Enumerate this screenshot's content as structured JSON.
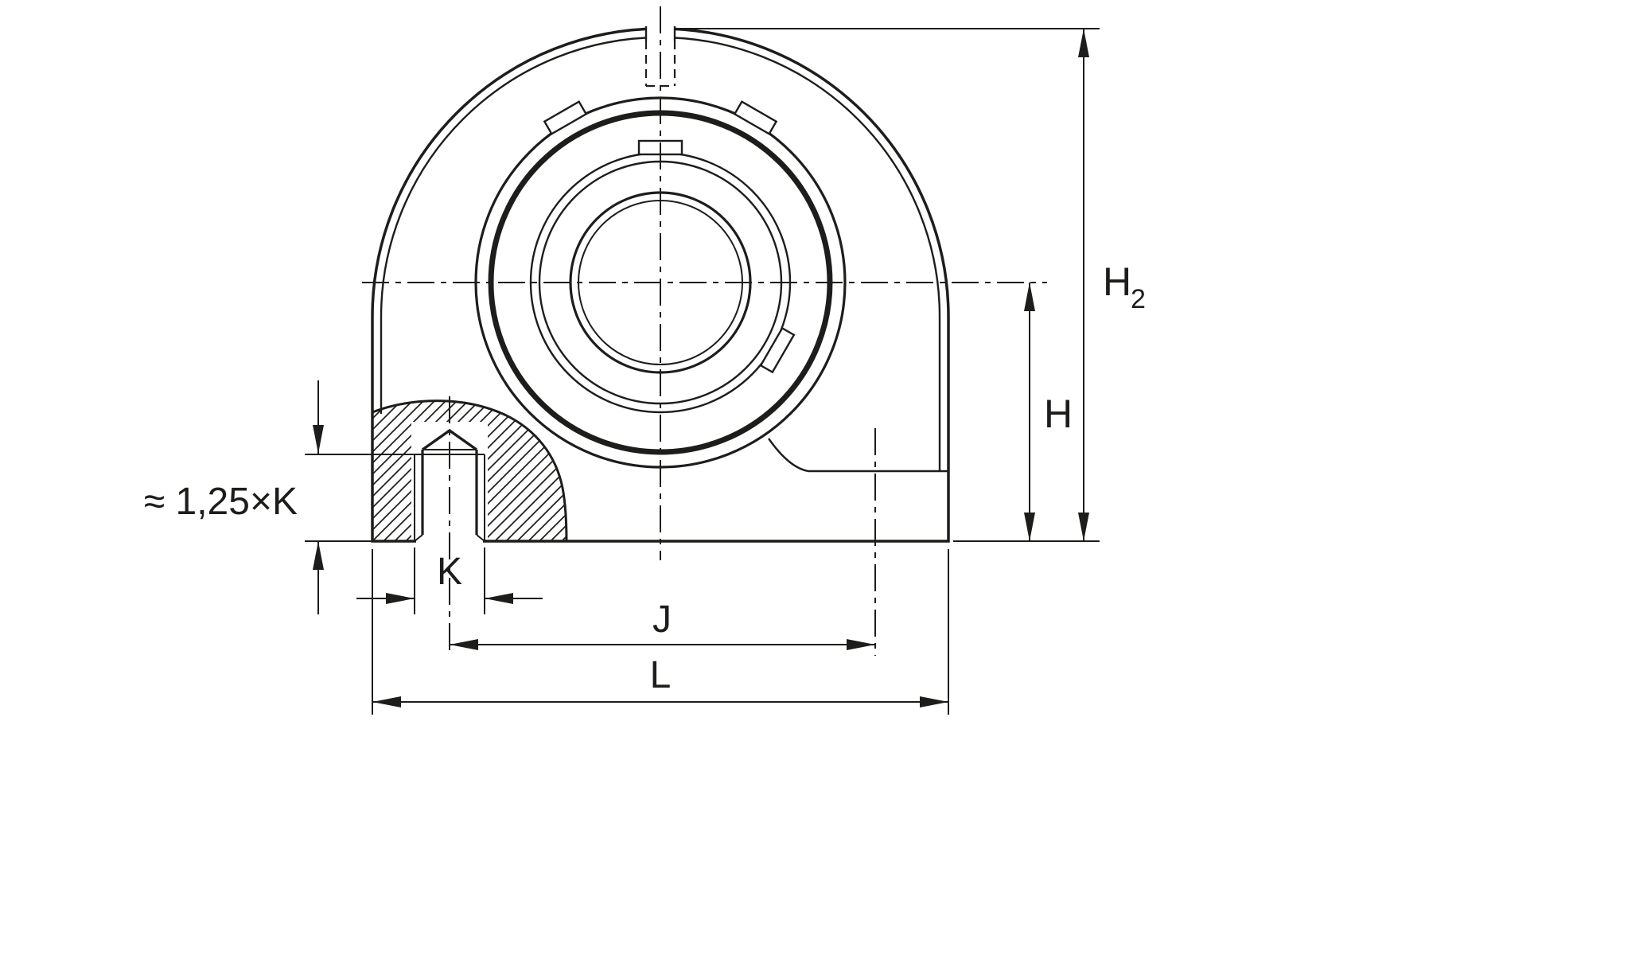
{
  "drawing": {
    "name": "pillow-block-housing-dimension-drawing",
    "background": "#ffffff",
    "line_color": "#1d1d1b",
    "labels": {
      "h2_main": "H",
      "h2_sub": "2",
      "h": "H",
      "thread_depth": "≈ 1,25×K",
      "k": "K",
      "j": "J",
      "l": "L"
    }
  }
}
